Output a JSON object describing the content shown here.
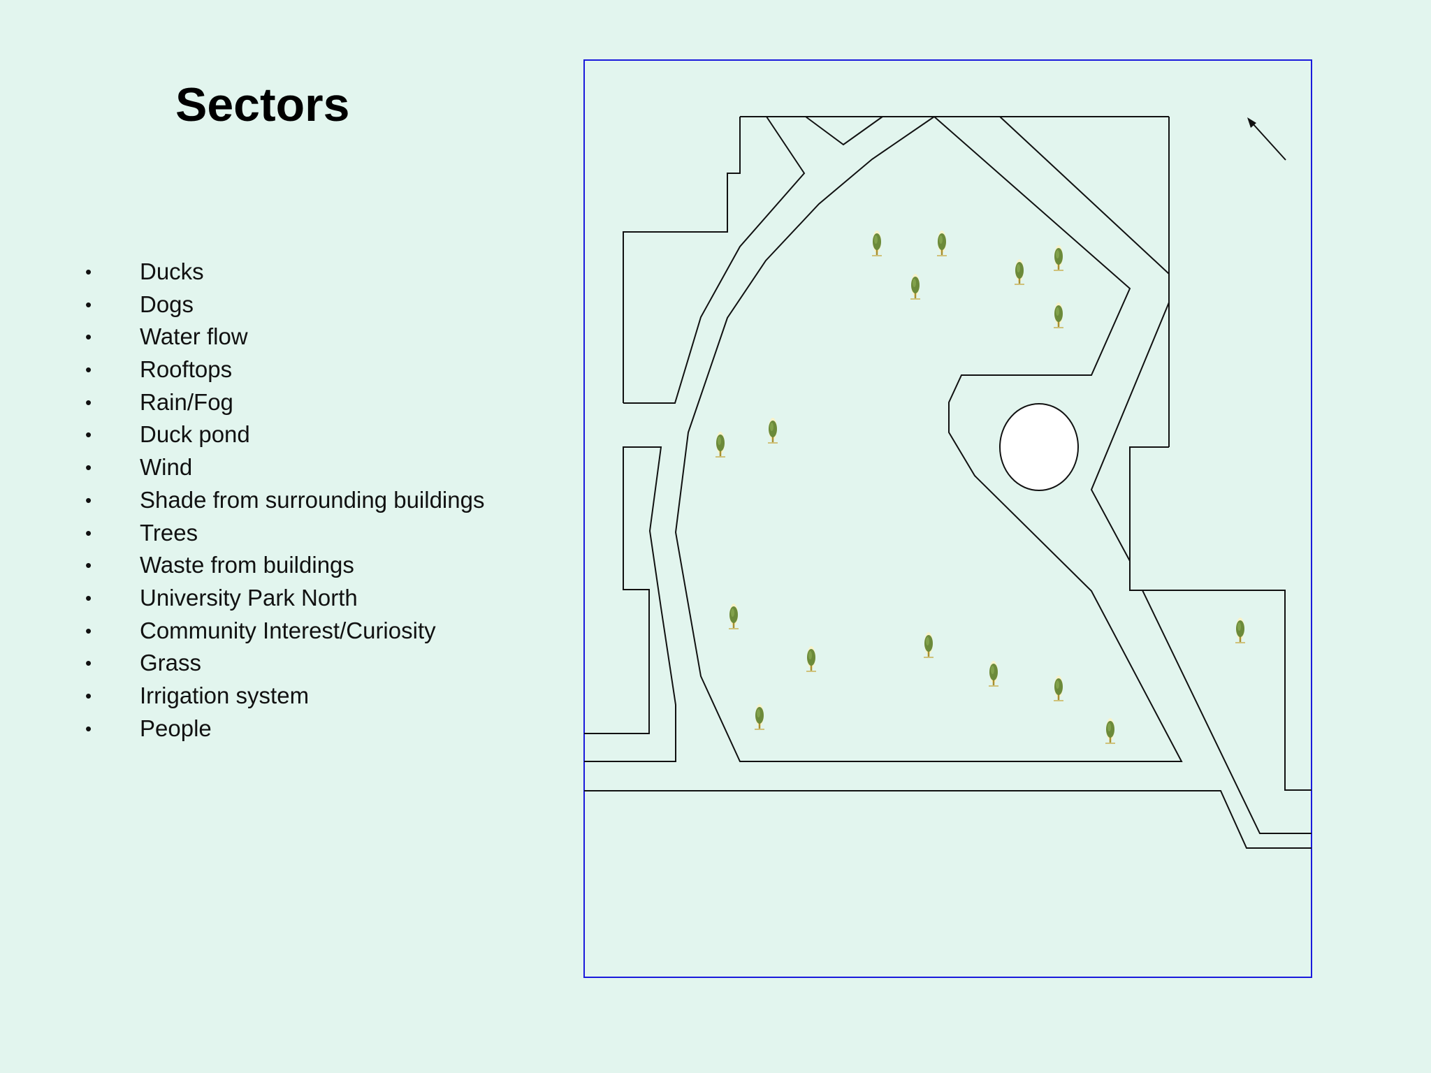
{
  "title": "Sectors",
  "sectors": [
    "Ducks",
    "Dogs",
    "Water flow",
    "Rooftops",
    "Rain/Fog",
    "Duck pond",
    "Wind",
    "Shade from surrounding buildings",
    "Trees",
    "Waste from buildings",
    "University Park North",
    "Community Interest/Curiosity",
    "Grass",
    "Irrigation system",
    "People"
  ],
  "bullet_glyph": "•",
  "colors": {
    "background": "#e2f5ee",
    "map_frame": "#1a1adc",
    "lines": "#111111",
    "pond": "#ffffff",
    "tree_canopy": "#6b8a3a",
    "tree_trunk": "#a89030"
  },
  "map_icons": {
    "tree": "tree-icon",
    "pond": "pond-icon",
    "north_arrow": "north-arrow-icon"
  }
}
